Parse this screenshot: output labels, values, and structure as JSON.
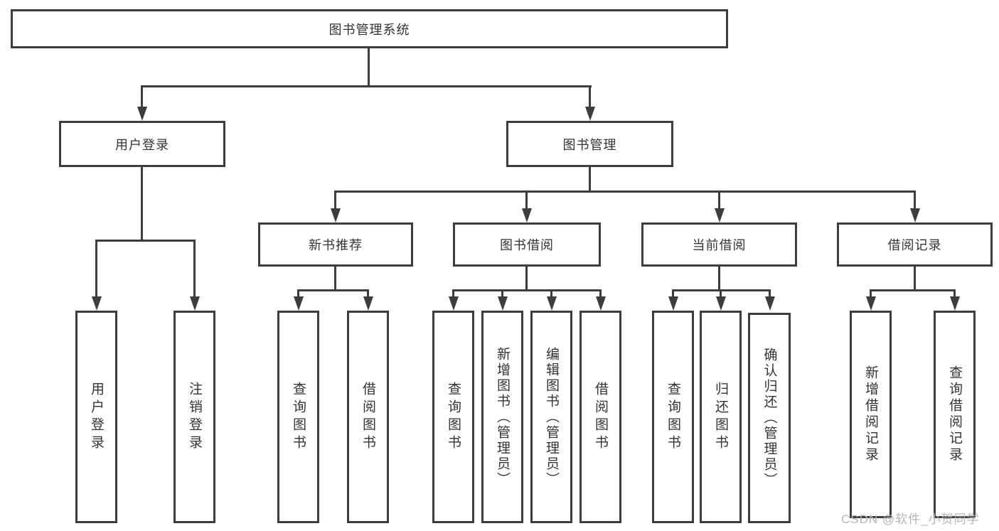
{
  "tree": {
    "label": "图书管理系统",
    "children": [
      {
        "label": "用户登录",
        "children": [
          {
            "label": "用户登录"
          },
          {
            "label": "注销登录"
          }
        ]
      },
      {
        "label": "图书管理",
        "children": [
          {
            "label": "新书推荐",
            "children": [
              {
                "label": "查询图书"
              },
              {
                "label": "借阅图书"
              }
            ]
          },
          {
            "label": "图书借阅",
            "children": [
              {
                "label": "查询图书"
              },
              {
                "label": "新增图书（管理员）"
              },
              {
                "label": "编辑图书（管理员）"
              },
              {
                "label": "借阅图书"
              }
            ]
          },
          {
            "label": "当前借阅",
            "children": [
              {
                "label": "查询图书"
              },
              {
                "label": "归还图书"
              },
              {
                "label": "确认归还（管理员）"
              }
            ]
          },
          {
            "label": "借阅记录",
            "children": [
              {
                "label": "新增借阅记录"
              },
              {
                "label": "查询借阅记录"
              }
            ]
          }
        ]
      }
    ]
  },
  "watermark": {
    "text": "CSDN @软件_小贺同学"
  },
  "colors": {
    "line": "#3d3d3d",
    "text": "#333333",
    "watermark": "#b5b5b5",
    "background": "#ffffff"
  }
}
